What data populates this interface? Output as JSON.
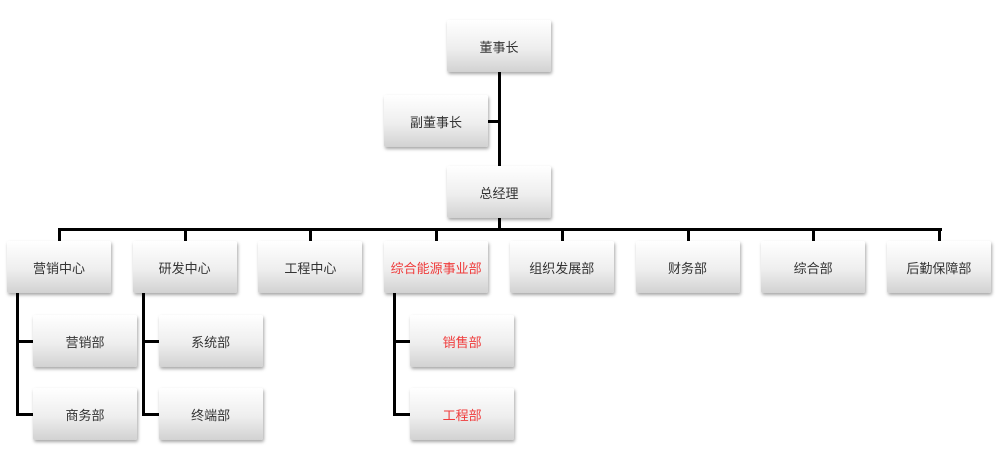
{
  "chairman": "董事长",
  "vice_chairman": "副董事长",
  "general_manager": "总经理",
  "departments": [
    {
      "label": "营销中心",
      "highlight": false,
      "children": [
        "营销部",
        "商务部"
      ]
    },
    {
      "label": "研发中心",
      "highlight": false,
      "children": [
        "系统部",
        "终端部"
      ]
    },
    {
      "label": "工程中心",
      "highlight": false,
      "children": []
    },
    {
      "label": "综合能源事业部",
      "highlight": true,
      "children": [
        "销售部",
        "工程部"
      ]
    },
    {
      "label": "组织发展部",
      "highlight": false,
      "children": []
    },
    {
      "label": "财务部",
      "highlight": false,
      "children": []
    },
    {
      "label": "综合部",
      "highlight": false,
      "children": []
    },
    {
      "label": "后勤保障部",
      "highlight": false,
      "children": []
    }
  ],
  "colors": {
    "highlight": "#ef3b3b",
    "line": "#000000"
  }
}
